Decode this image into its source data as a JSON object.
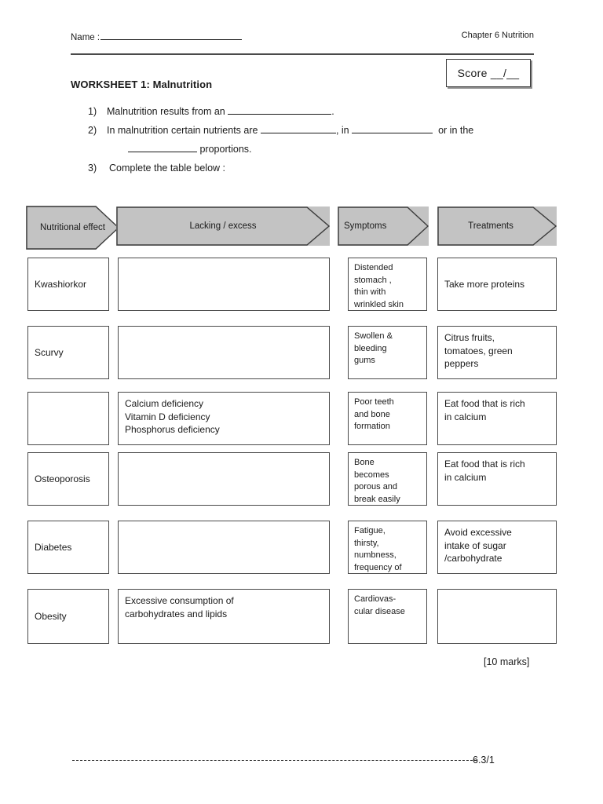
{
  "header": {
    "name_label": "Name :",
    "chapter": "Chapter 6 Nutrition",
    "score_label": "Score __/__",
    "worksheet_title": "WORKSHEET 1: Malnutrition"
  },
  "questions": [
    {
      "num": "1)",
      "text_before": "Malnutrition results from an",
      "text_after": "."
    },
    {
      "num": "2)",
      "text_a": "In malnutrition certain nutrients are",
      "text_b": ", in",
      "text_c": "or   in the",
      "text_d": "proportions."
    },
    {
      "num": "3)",
      "text": "Complete the table below :"
    }
  ],
  "table": {
    "headers": [
      {
        "label": "Nutritional effect"
      },
      {
        "label": "Lacking / excess"
      },
      {
        "label": "Symptoms"
      },
      {
        "label": "Treatments"
      }
    ],
    "rows": [
      {
        "effect": "Kwashiorkor",
        "lacking": "",
        "symptoms": "Distended\nstomach ,\nthin with\nwrinkled skin",
        "treatments": "Take more proteins"
      },
      {
        "effect": "Scurvy",
        "lacking": "",
        "symptoms": "Swollen &\nbleeding\ngums",
        "treatments": "Citrus fruits,\ntomatoes, green\npeppers"
      },
      {
        "effect": "",
        "lacking": "Calcium deficiency\nVitamin D deficiency\nPhosphorus deficiency",
        "symptoms": "Poor teeth\nand bone\nformation",
        "treatments": "Eat food that is rich\nin calcium"
      },
      {
        "effect": "Osteoporosis",
        "lacking": "",
        "symptoms": "Bone\nbecomes\nporous and\nbreak easily",
        "treatments": "Eat food that is rich\nin calcium"
      },
      {
        "effect": "Diabetes",
        "lacking": "",
        "symptoms": "Fatigue,\nthirsty,\nnumbness,\nfrequency of",
        "treatments": "Avoid excessive\nintake of  sugar\n/carbohydrate"
      },
      {
        "effect": "Obesity",
        "lacking": "Excessive consumption of\ncarbohydrates and lipids",
        "symptoms": "Cardiovas-\ncular disease",
        "treatments": ""
      }
    ]
  },
  "footer": {
    "marks": "[10 marks]",
    "page_ref": "6.3/1"
  }
}
